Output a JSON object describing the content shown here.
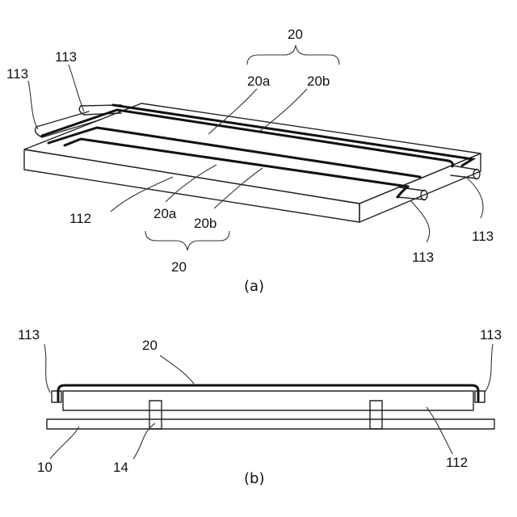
{
  "figure_a": {
    "caption": "(a)",
    "labels": {
      "top_113_left": "113",
      "top_113_far_left": "113",
      "group_20_top": "20",
      "label_20a_top": "20a",
      "label_20b_top": "20b",
      "label_112": "112",
      "label_20a_bottom": "20a",
      "label_20b_bottom": "20b",
      "group_20_bottom": "20",
      "right_113_inner": "113",
      "right_113_outer": "113"
    }
  },
  "figure_b": {
    "caption": "(b)",
    "labels": {
      "left_113": "113",
      "right_113": "113",
      "label_20": "20",
      "label_10": "10",
      "label_14": "14",
      "label_112": "112"
    }
  }
}
